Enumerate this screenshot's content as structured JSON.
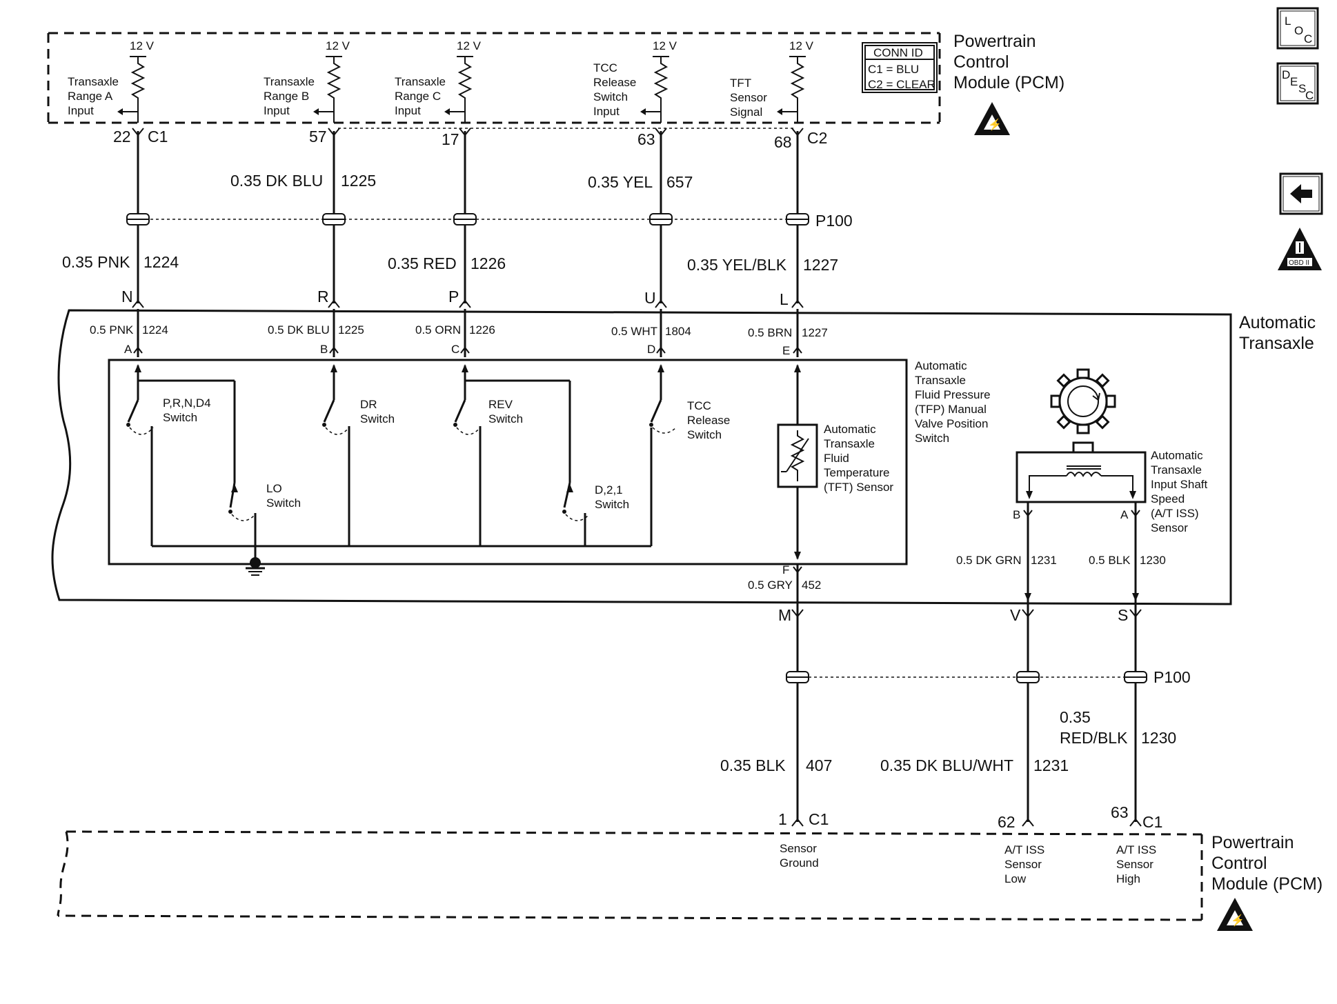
{
  "pcm_top": {
    "title": [
      "Powertrain",
      "Control",
      "Module (PCM)"
    ],
    "conn_id": {
      "header": "CONN ID",
      "c1": "C1 = BLU",
      "c2": "C2 = CLEAR"
    },
    "voltage": "12 V",
    "inputs": [
      {
        "label": [
          "Transaxle",
          "Range A",
          "Input"
        ],
        "pin": "22",
        "conn": "C1"
      },
      {
        "label": [
          "Transaxle",
          "Range B",
          "Input"
        ],
        "pin": "57",
        "conn": ""
      },
      {
        "label": [
          "Transaxle",
          "Range C",
          "Input"
        ],
        "pin": "17",
        "conn": ""
      },
      {
        "label": [
          "TCC",
          "Release",
          "Switch",
          "Input"
        ],
        "pin": "63",
        "conn": ""
      },
      {
        "label": [
          "TFT",
          "Sensor",
          "Signal"
        ],
        "pin": "68",
        "conn": "C2"
      }
    ]
  },
  "top_wires": {
    "upper": [
      {
        "text": "0.35 DK BLU",
        "circuit": "1225"
      },
      {
        "text": "0.35 YEL",
        "circuit": "657"
      }
    ],
    "lower": [
      {
        "text": "0.35 PNK",
        "circuit": "1224"
      },
      {
        "text": "0.35 RED",
        "circuit": "1226"
      },
      {
        "text": "0.35 YEL/BLK",
        "circuit": "1227"
      }
    ],
    "connector": "P100"
  },
  "transaxle": {
    "title": [
      "Automatic",
      "Transaxle"
    ],
    "pins_outer": [
      "N",
      "R",
      "P",
      "U",
      "L"
    ],
    "wires_inner": [
      {
        "text": "0.5 PNK",
        "circuit": "1224",
        "pin": "A"
      },
      {
        "text": "0.5 DK BLU",
        "circuit": "1225",
        "pin": "B"
      },
      {
        "text": "0.5 ORN",
        "circuit": "1226",
        "pin": "C"
      },
      {
        "text": "0.5 WHT",
        "circuit": "1804",
        "pin": "D"
      },
      {
        "text": "0.5 BRN",
        "circuit": "1227",
        "pin": "E"
      }
    ],
    "tfp_label": [
      "Automatic",
      "Transaxle",
      "Fluid Pressure",
      "(TFP) Manual",
      "Valve Position",
      "Switch"
    ],
    "switches": {
      "prnd4": [
        "P,R,N,D4",
        "Switch"
      ],
      "dr": [
        "DR",
        "Switch"
      ],
      "rev": [
        "REV",
        "Switch"
      ],
      "tcc": [
        "TCC",
        "Release",
        "Switch"
      ],
      "lo": [
        "LO",
        "Switch"
      ],
      "d21": [
        "D,2,1",
        "Switch"
      ]
    },
    "tft_label": [
      "Automatic",
      "Transaxle",
      "Fluid",
      "Temperature",
      "(TFT) Sensor"
    ],
    "iss_label": [
      "Automatic",
      "Transaxle",
      "Input Shaft",
      "Speed",
      "(A/T ISS)",
      "Sensor"
    ],
    "iss_pin_b": "B",
    "iss_pin_a": "A",
    "pin_f": "F",
    "wire_f": {
      "text": "0.5 GRY",
      "circuit": "452"
    },
    "wire_b": {
      "text": "0.5 DK GRN",
      "circuit": "1231"
    },
    "wire_a": {
      "text": "0.5 BLK",
      "circuit": "1230"
    },
    "pins_bottom": [
      "M",
      "V",
      "S"
    ]
  },
  "bottom_wires": {
    "connector": "P100",
    "blk": {
      "text": "0.35 BLK",
      "circuit": "407"
    },
    "dkbluwht": {
      "text": "0.35 DK BLU/WHT",
      "circuit": "1231"
    },
    "redblk": {
      "text1": "0.35",
      "text2": "RED/BLK",
      "circuit": "1230"
    }
  },
  "pcm_bottom": {
    "title": [
      "Powertrain",
      "Control",
      "Module (PCM)"
    ],
    "pins": [
      {
        "pin": "1",
        "conn": "C1",
        "label": [
          "Sensor",
          "Ground"
        ]
      },
      {
        "pin": "62",
        "conn": "",
        "label": [
          "A/T ISS",
          "Sensor",
          "Low"
        ]
      },
      {
        "pin": "63",
        "conn": "C1",
        "label": [
          "A/T ISS",
          "Sensor",
          "High"
        ]
      }
    ]
  },
  "nav": {
    "loc": {
      "l": "L",
      "o": "O",
      "c": "C"
    },
    "desc": {
      "d": "D",
      "e": "E",
      "s": "S",
      "c": "C"
    },
    "obd": "OBD II"
  }
}
